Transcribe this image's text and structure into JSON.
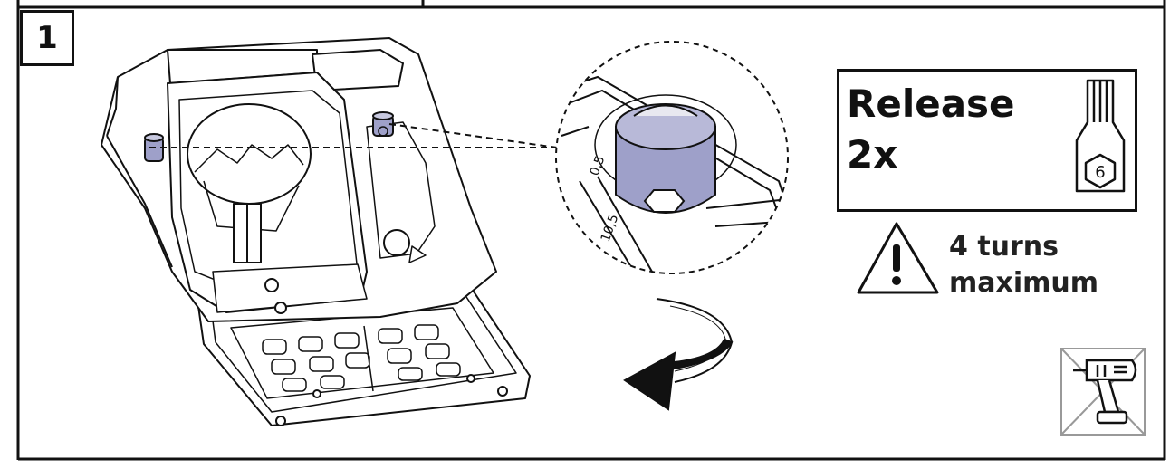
{
  "step": {
    "number": "1"
  },
  "instruction": {
    "action": "Release",
    "count": "2x",
    "tool_size": "6"
  },
  "warning": {
    "line1": "4 turns",
    "line2": "maximum"
  },
  "icons": {
    "warning": "warning-triangle-icon",
    "tool": "hex-key-bit-icon",
    "no_power_tool": "no-cordless-drill-icon",
    "rotate": "counterclockwise-arrow-icon"
  },
  "colors": {
    "screw": "#9ea0c9",
    "line": "#111111"
  }
}
